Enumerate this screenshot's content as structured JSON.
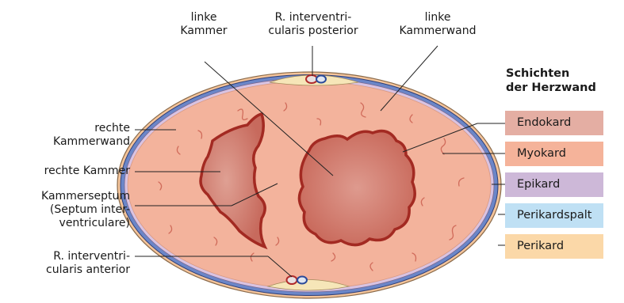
{
  "labels": {
    "linke_kammer": [
      "linke",
      "Kammer"
    ],
    "r_post": [
      "R. interventri-",
      "cularis posterior"
    ],
    "linke_kammerwand": [
      "linke",
      "Kammerwand"
    ],
    "rechte_kammerwand": [
      "rechte",
      "Kammerwand"
    ],
    "rechte_kammer": [
      "rechte Kammer"
    ],
    "kammerseptum": [
      "Kammerseptum",
      "(Septum inter-",
      "ventriculare)"
    ],
    "r_ant": [
      "R. interventri-",
      "cularis anterior"
    ]
  },
  "legend": {
    "title": [
      "Schichten",
      "der Herzwand"
    ],
    "items": [
      {
        "label": "Endokard",
        "color": "#e4aea3"
      },
      {
        "label": "Myokard",
        "color": "#f5b39a"
      },
      {
        "label": "Epikard",
        "color": "#cdb8d8"
      },
      {
        "label": "Perikardspalt",
        "color": "#bfe0f4"
      },
      {
        "label": "Perikard",
        "color": "#fbd8a8"
      }
    ]
  }
}
